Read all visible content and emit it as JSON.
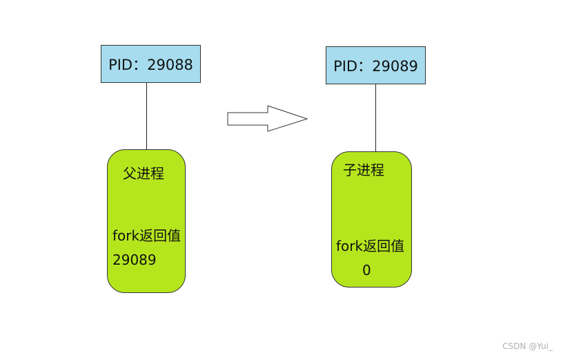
{
  "parent": {
    "pid_label": "PID：29088",
    "name": "父进程",
    "return_label": "fork返回值",
    "return_value": "29089"
  },
  "child": {
    "pid_label": "PID：29089",
    "name": "子进程",
    "return_label": "fork返回值",
    "return_value": "0"
  },
  "watermark": "CSDN @Yui_",
  "colors": {
    "pid_box": "#a6dcee",
    "process": "#b5e61d"
  }
}
